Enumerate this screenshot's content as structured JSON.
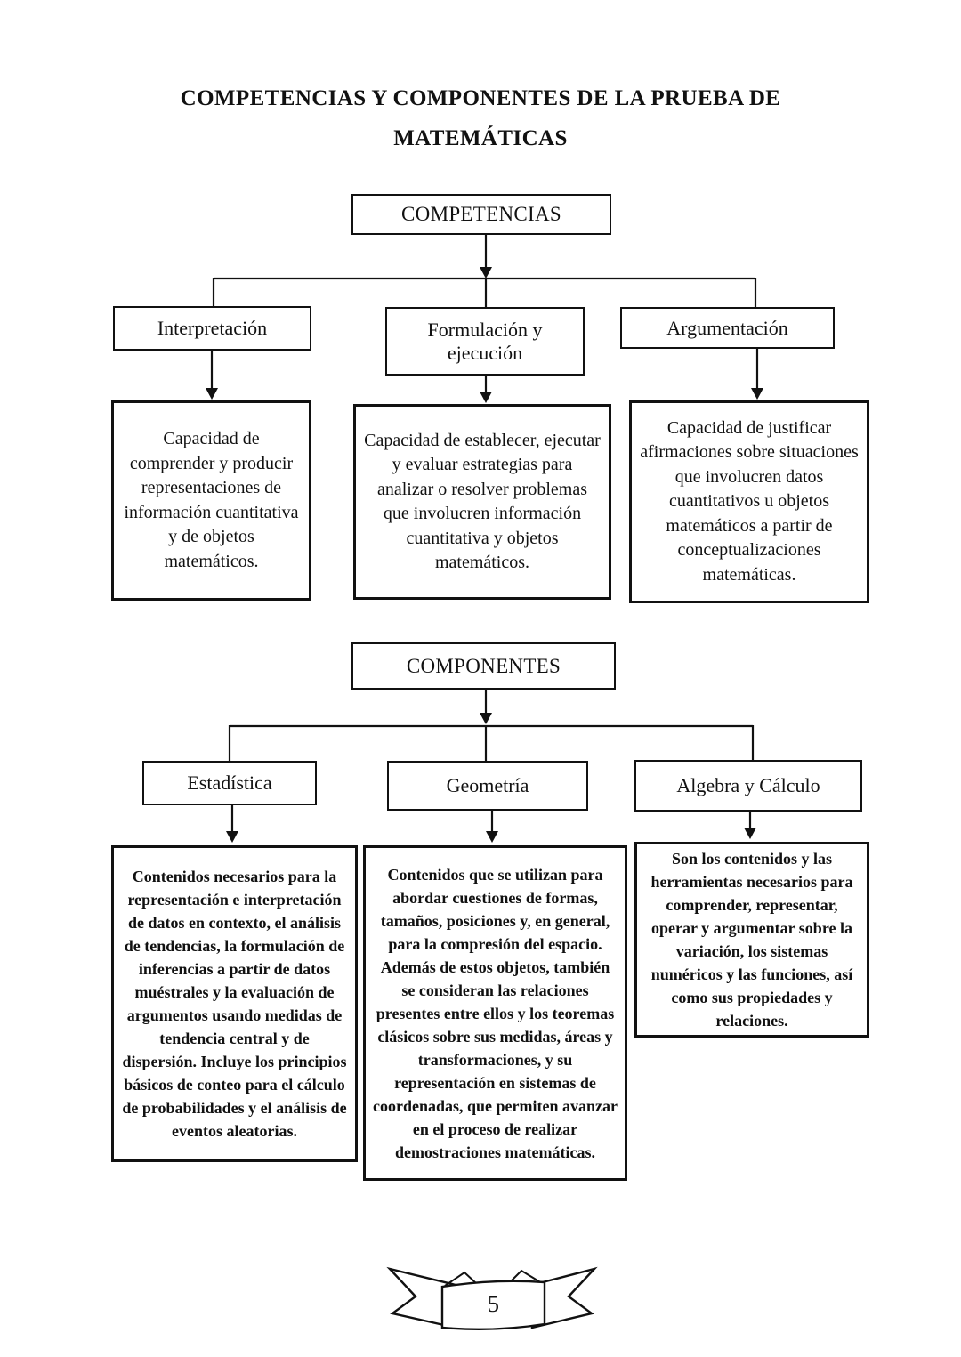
{
  "page": {
    "title_line1": "COMPETENCIAS Y COMPONENTES DE LA PRUEBA DE",
    "title_line2": "MATEMÁTICAS",
    "page_number": "5"
  },
  "competencias": {
    "root_label": "COMPETENCIAS",
    "branches": [
      {
        "label": "Interpretación",
        "description": "Capacidad de comprender y producir representaciones de información cuantitativa y de objetos matemáticos."
      },
      {
        "label": "Formulación y ejecución",
        "description": "Capacidad de establecer, ejecutar y evaluar estrategias para analizar o resolver problemas que involucren información cuantitativa y objetos matemáticos."
      },
      {
        "label": "Argumentación",
        "description": "Capacidad de justificar afirmaciones sobre situaciones que involucren datos cuantitativos u objetos matemáticos a partir de conceptualizaciones matemáticas."
      }
    ]
  },
  "componentes": {
    "root_label": "COMPONENTES",
    "branches": [
      {
        "label": "Estadística",
        "description": "Contenidos necesarios para la representación e interpretación de datos en contexto, el análisis de tendencias, la formulación de inferencias a partir de datos muéstrales y la evaluación de argumentos usando medidas de tendencia central y de dispersión. Incluye los principios básicos de conteo para el cálculo de probabilidades y el análisis de eventos aleatorias."
      },
      {
        "label": "Geometría",
        "description": "Contenidos que se utilizan para abordar cuestiones de formas, tamaños, posiciones y, en general, para la compresión del espacio. Además de estos objetos, también se consideran las relaciones presentes entre ellos y los teoremas clásicos sobre sus medidas, áreas y transformaciones, y su representación en sistemas de coordenadas, que permiten avanzar en el proceso de realizar demostraciones matemáticas."
      },
      {
        "label": "Algebra y Cálculo",
        "description": "Son los contenidos y las herramientas necesarios para comprender, representar, operar y argumentar sobre la variación, los sistemas numéricos y las funciones, así como sus propiedades y relaciones."
      }
    ]
  }
}
